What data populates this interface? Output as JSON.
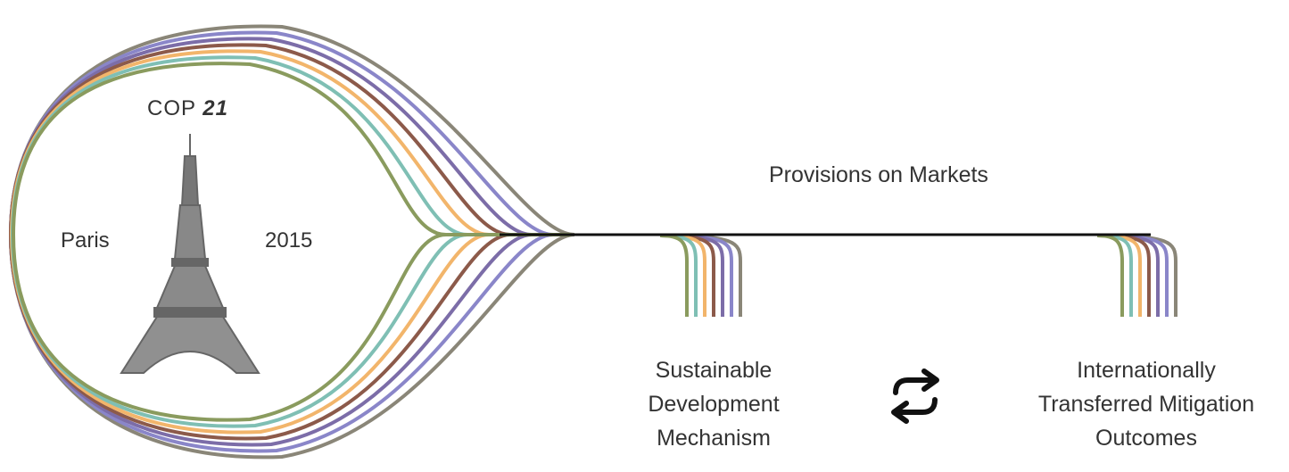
{
  "header": {
    "cop_prefix": "COP",
    "cop_number": "21",
    "city": "Paris",
    "year": "2015"
  },
  "main": {
    "provisions_label": "Provisions on Markets",
    "sdm_lines": [
      "Sustainable",
      "Development",
      "Mechanism"
    ],
    "itmo_lines": [
      "Internationally",
      "Transferred Mitigation",
      "Outcomes"
    ]
  },
  "icons": {
    "tower": "eiffel-tower-icon",
    "exchange": "exchange-arrows-icon"
  },
  "colors": {
    "strands": [
      "#8a9b5e",
      "#7fbfb4",
      "#f2b56b",
      "#8c5a4a",
      "#7c6da8",
      "#8a86c9",
      "#8a8678"
    ],
    "trunk": "#111111",
    "text": "#333333"
  }
}
